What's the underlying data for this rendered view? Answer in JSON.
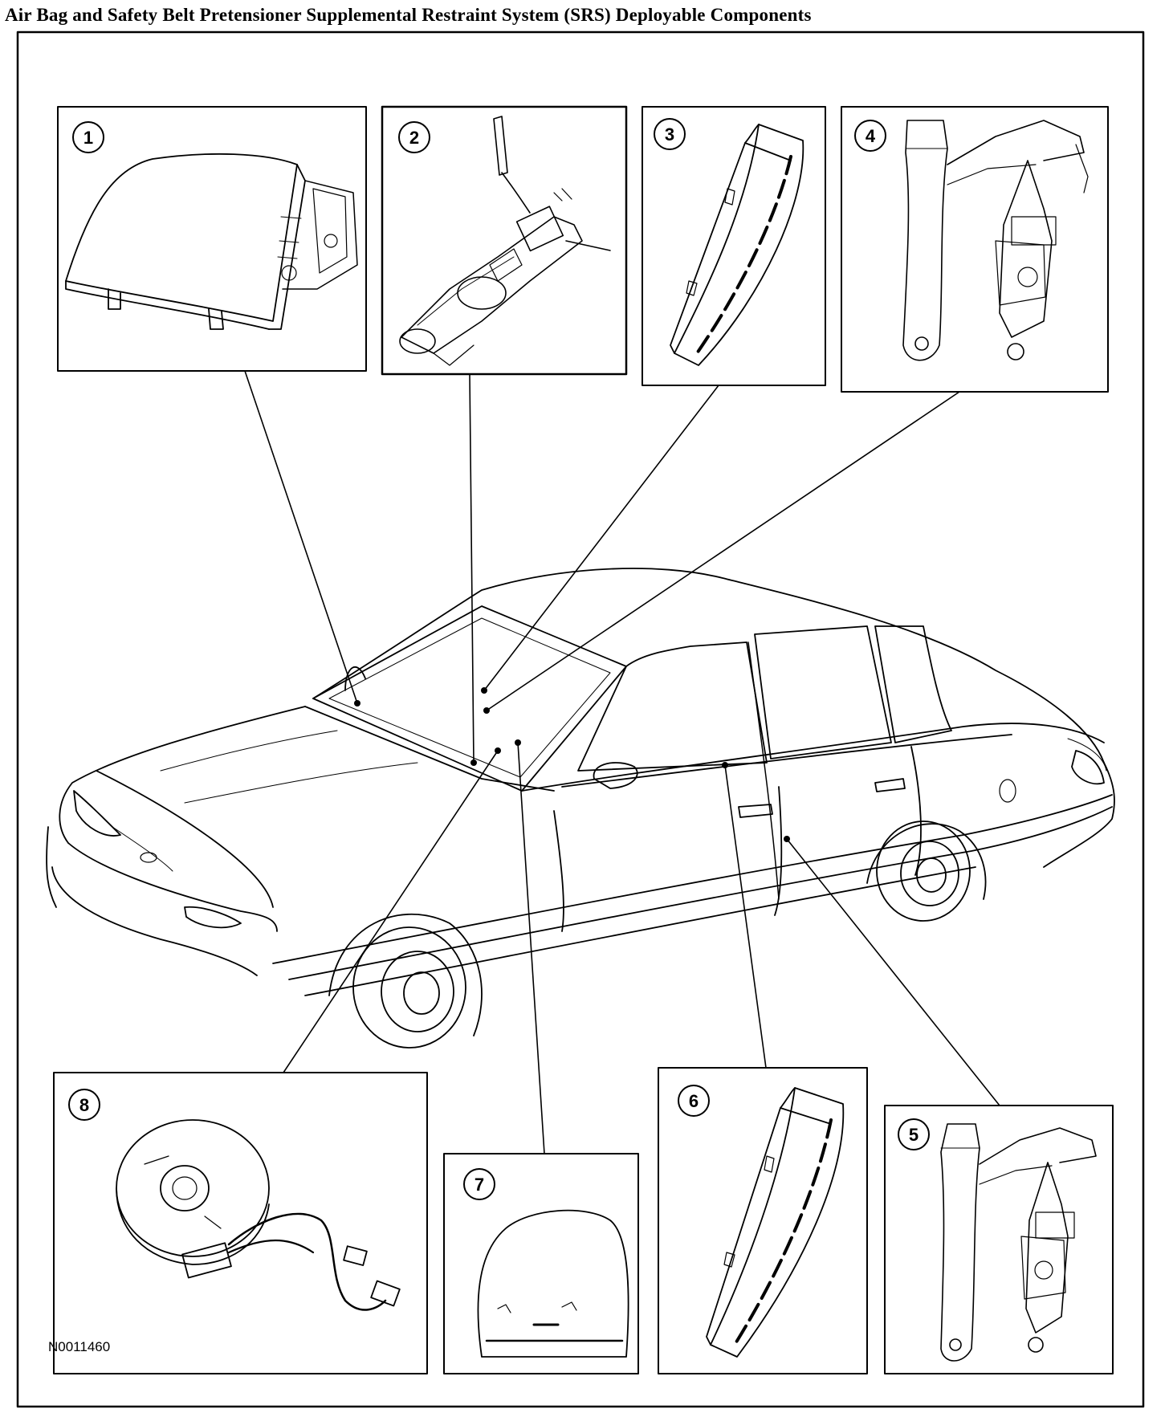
{
  "title": "Air Bag and Safety Belt Pretensioner Supplemental Restraint System (SRS) Deployable Components",
  "figure_id": "N0011460",
  "callouts": [
    {
      "id": "1",
      "label": "1"
    },
    {
      "id": "2",
      "label": "2"
    },
    {
      "id": "3",
      "label": "3"
    },
    {
      "id": "4",
      "label": "4"
    },
    {
      "id": "5",
      "label": "5"
    },
    {
      "id": "6",
      "label": "6"
    },
    {
      "id": "7",
      "label": "7"
    },
    {
      "id": "8",
      "label": "8"
    }
  ]
}
